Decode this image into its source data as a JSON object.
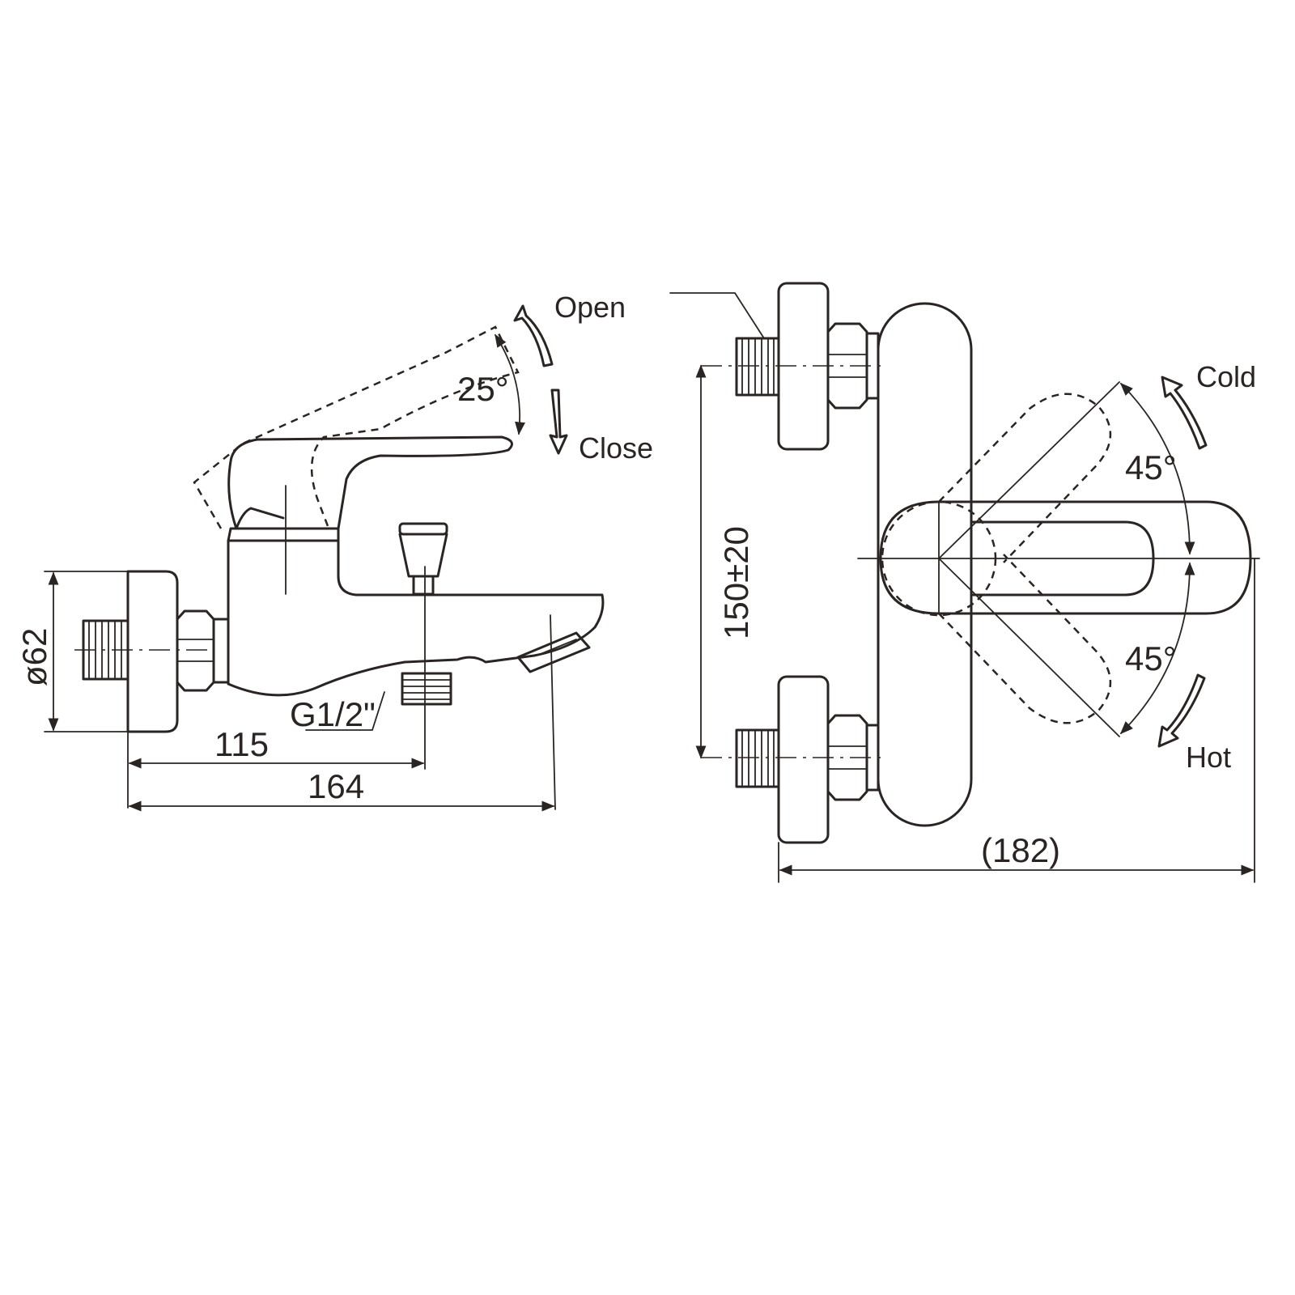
{
  "colors": {
    "ink": "#2a2522",
    "background": "#ffffff"
  },
  "side_view": {
    "lever_angle": "25°",
    "open_label": "Open",
    "close_label": "Close",
    "diameter_label": "ø62",
    "thread_label": "G1/2\"",
    "dim_115": "115",
    "dim_164": "164"
  },
  "front_view": {
    "height_label": "150±20",
    "width_label": "(182)",
    "cold_label": "Cold",
    "hot_label": "Hot",
    "angle_top": "45°",
    "angle_bottom": "45°"
  }
}
